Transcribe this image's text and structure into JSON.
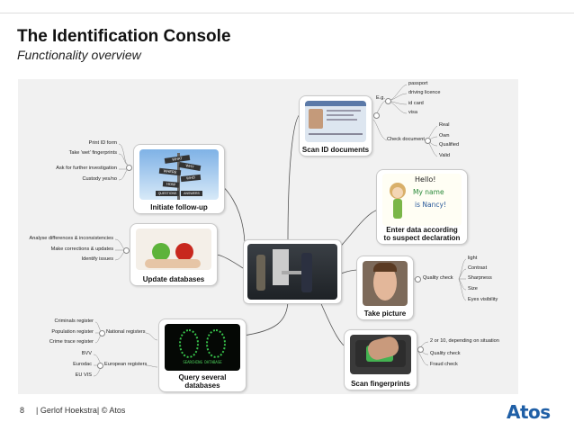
{
  "slide": {
    "title": "The Identification Console",
    "subtitle": "Functionality overview",
    "page_number": "8",
    "footer": "| Gerlof Hoekstra| © Atos",
    "logo": "Atos",
    "brand_color": "#1f5fa6"
  },
  "nodes": {
    "scan_id": "Scan ID documents",
    "follow_up": "Initiate follow-up",
    "enter_data_1": "Enter data according",
    "enter_data_2": "to suspect declaration",
    "update_db": "Update databases",
    "take_picture": "Take picture",
    "query_1": "Query several",
    "query_2": "databases",
    "scan_fp": "Scan fingerprints"
  },
  "speech": {
    "line1": "Hello!",
    "line2": "My name",
    "line3": "is Nancy!"
  },
  "signs": [
    "WHAT",
    "WHY",
    "WHERE",
    "WHO",
    "HOW",
    "QUESTIONS",
    "ANSWERS"
  ],
  "query_screen_text": "SEARCHING DATABASE",
  "scan_id_branches": {
    "eg": "E.g.",
    "eg_items": [
      "passport",
      "driving licence",
      "id card",
      "visa"
    ],
    "check": "Check document",
    "check_items": [
      "Real",
      "Own",
      "Qualified",
      "Valid"
    ]
  },
  "follow_up_items": [
    "Print ID form",
    "Take 'wet' fingerprints",
    "Ask for further investigation",
    "Custody yes/no"
  ],
  "update_items": [
    "Analyse differences & inconsistencies",
    "Make corrections & updates",
    "Identify issues"
  ],
  "picture_branches": {
    "quality": "Quality check",
    "items": [
      "light",
      "Contrast",
      "Sharpness",
      "Size",
      "Eyes visibility"
    ]
  },
  "query_branches": {
    "national": "National registers",
    "national_items": [
      "Criminals register",
      "Population register",
      "Crime trace register"
    ],
    "european": "European registers",
    "european_items": [
      "BVV",
      "Eurodac",
      "EU VIS"
    ]
  },
  "fp_items": [
    "2 or 10, depending on situation",
    "Quality check",
    "Fraud check"
  ]
}
